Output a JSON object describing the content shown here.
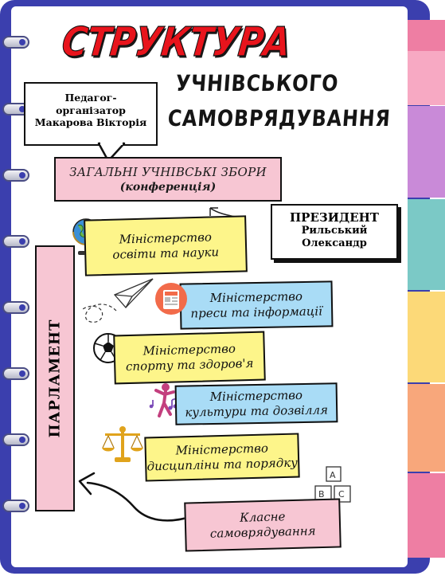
{
  "title": {
    "main": "СТРУКТУРА",
    "line2": "УЧНІВСЬКОГО",
    "line3": "САМОВРЯДУВАННЯ"
  },
  "organizer": {
    "role": "Педагог-організатор",
    "role_line1": "Педагог-",
    "role_line2": "організатор",
    "name": "Макарова Вікторія"
  },
  "assembly": {
    "line1": "ЗАГАЛЬНІ УЧНІВСЬКІ ЗБОРИ",
    "line2": "(конференція)"
  },
  "president": {
    "title": "ПРЕЗИДЕНТ",
    "name_line1": "Рильський",
    "name_line2": "Олександр"
  },
  "parliament": "ПАРЛАМЕНТ",
  "ministries": [
    {
      "line1": "Міністерство",
      "line2": "освіти та науки",
      "color": "#fdf58a",
      "icon": "globe-icon"
    },
    {
      "line1": "Міністерство",
      "line2": "преси та інформації",
      "color": "#a9dcf6",
      "icon": "news-icon"
    },
    {
      "line1": "Міністерство",
      "line2": "спорту та здоров'я",
      "color": "#fdf58a",
      "icon": "soccer-ball-icon"
    },
    {
      "line1": "Міністерство",
      "line2": "культури та дозвілля",
      "color": "#a9dcf6",
      "icon": "music-person-icon"
    },
    {
      "line1": "Міністерство",
      "line2": "дисципліни та порядку",
      "color": "#fdf58a",
      "icon": "scales-icon"
    }
  ],
  "class_self_gov": {
    "line1": "Класне",
    "line2": "самоврядування"
  },
  "blocks_letters": [
    "A",
    "B",
    "C"
  ],
  "colors": {
    "frame": "#3b3fae",
    "title_red": "#e8141c",
    "pink": "#f7c6d3",
    "yellow": "#fdf58a",
    "blue": "#a9dcf6",
    "tabs": [
      "#ee7ea3",
      "#f7a9c3",
      "#c98ad8",
      "#7bc9c6",
      "#fcd978",
      "#f8a77b",
      "#ee7ea3"
    ]
  }
}
